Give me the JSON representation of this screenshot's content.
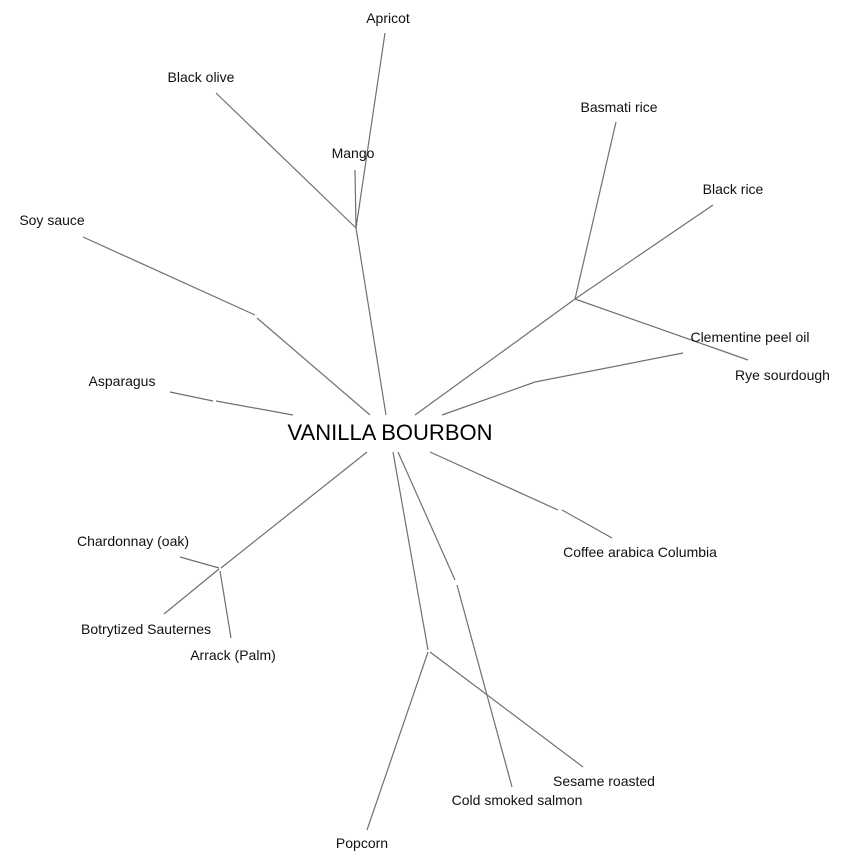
{
  "root": "VANILLA BOURBON",
  "line_color": "#707070",
  "leaves": [
    "Apricot",
    "Black olive",
    "Mango",
    "Soy sauce",
    "Asparagus",
    "Basmati rice",
    "Black rice",
    "Clementine peel oil",
    "Rye sourdough",
    "Coffee arabica Columbia",
    "Chardonnay (oak)",
    "Botrytized Sauternes",
    "Arrack (Palm)",
    "Sesame roasted",
    "Cold smoked salmon",
    "Popcorn"
  ]
}
